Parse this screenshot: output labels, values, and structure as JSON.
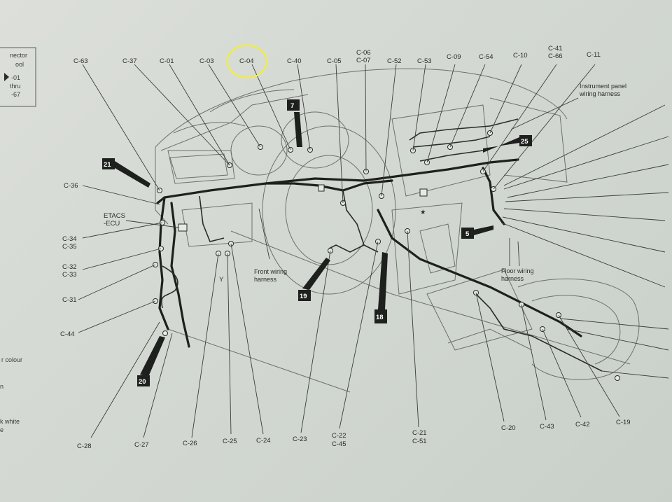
{
  "legend": {
    "title_line1": "nector",
    "title_line2": "ool",
    "range_from": "-01",
    "range_thru": "thru",
    "range_to": "-67"
  },
  "side_notes": {
    "colour": "r colour",
    "n": "n",
    "k_white": "k white",
    "e": "e"
  },
  "highlight": {
    "target": "C-04",
    "color": "#f2ee3a"
  },
  "harness_labels": {
    "instrument_panel_line1": "Instrument panel",
    "instrument_panel_line2": "wiring harness",
    "front_line1": "Front wiring",
    "front_line2": "harness",
    "floor_line1": "Floor wiring",
    "floor_line2": "harness",
    "etacs_line1": "ETACS",
    "etacs_line2": "-ECU",
    "y_marker": "Y",
    "star": "★"
  },
  "reference_boxes": [
    "7",
    "21",
    "25",
    "5",
    "19",
    "18",
    "20"
  ],
  "connector_labels": {
    "top": [
      "C-63",
      "C-37",
      "C-01",
      "C-03",
      "C-04",
      "C-40",
      "C-05",
      "C-06",
      "C-07",
      "C-52",
      "C-53",
      "C-09",
      "C-54",
      "C-10",
      "C-41",
      "C-66",
      "C-11"
    ],
    "left": [
      "C-36",
      "C-34",
      "C-35",
      "C-32",
      "C-33",
      "C-31",
      "C-44"
    ],
    "bottom": [
      "C-28",
      "C-27",
      "C-26",
      "C-25",
      "C-24",
      "C-23",
      "C-22",
      "C-45",
      "C-21",
      "C-51",
      "C-20",
      "C-43",
      "C-42",
      "C-19"
    ]
  }
}
